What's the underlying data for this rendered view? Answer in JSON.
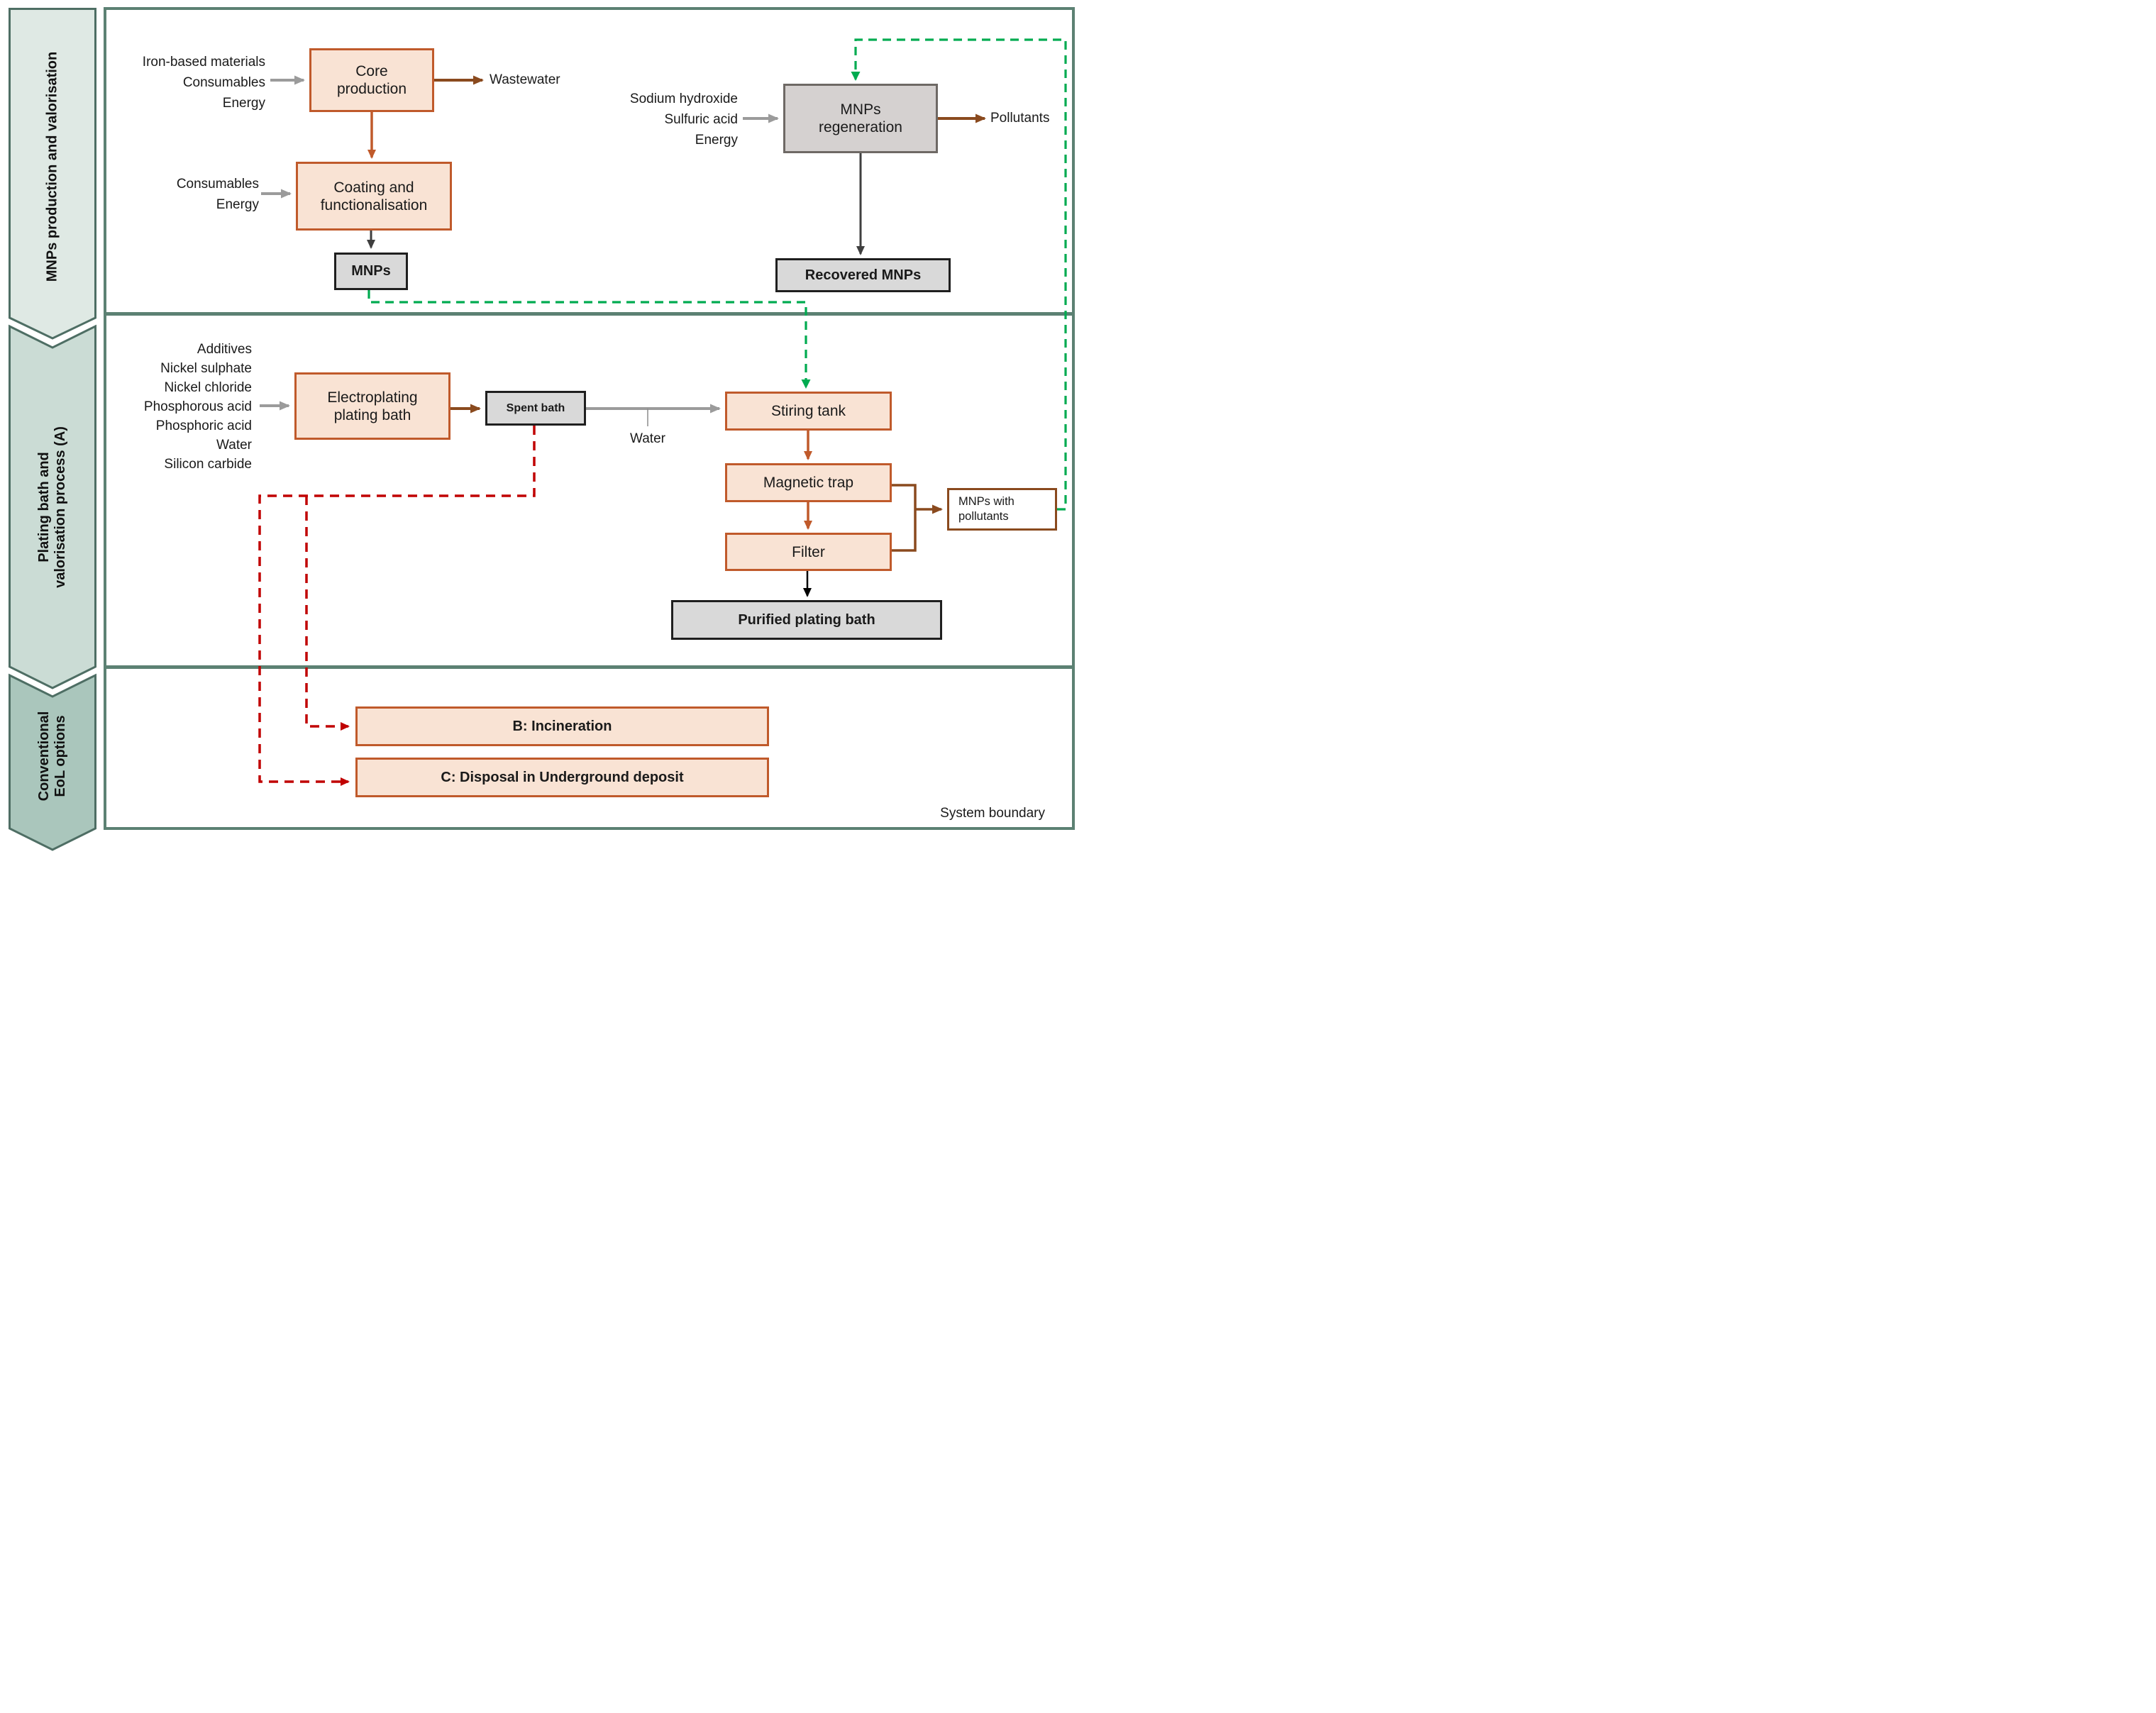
{
  "sidebar": {
    "sections": [
      {
        "lines": [
          "MNPs production and valorisation"
        ]
      },
      {
        "lines": [
          "Plating bath and",
          "valorisation process (A)"
        ]
      },
      {
        "lines": [
          "Conventional",
          "EoL options"
        ]
      }
    ],
    "fills": [
      "#dfe9e4",
      "#cbdcd5",
      "#aac6bc"
    ],
    "border_color": "#4e6e64"
  },
  "frame": {
    "system_boundary_label": "System boundary",
    "border_color": "#5c8173"
  },
  "boxes": {
    "core": {
      "label": "Core\nproduction"
    },
    "coating": {
      "label": "Coating and\nfunctionalisation"
    },
    "mnps": {
      "label": "MNPs"
    },
    "regeneration": {
      "label": "MNPs\nregeneration"
    },
    "recovered": {
      "label": "Recovered MNPs"
    },
    "electroplating": {
      "label": "Electroplating\nplating bath"
    },
    "spent_bath": {
      "label": "Spent bath"
    },
    "stiring_tank": {
      "label": "Stiring tank"
    },
    "magnetic_trap": {
      "label": "Magnetic trap"
    },
    "filter": {
      "label": "Filter"
    },
    "mnps_pollutants": {
      "label": "MNPs with\npollutants"
    },
    "purified": {
      "label": "Purified plating bath"
    },
    "incineration": {
      "label": "B: Incineration"
    },
    "disposal": {
      "label": "C: Disposal in Underground deposit"
    }
  },
  "inputs": {
    "core": [
      "Iron-based materials",
      "Consumables",
      "Energy"
    ],
    "coating": [
      "Consumables",
      "Energy"
    ],
    "regeneration": [
      "Sodium hydroxide",
      "Sulfuric acid",
      "Energy"
    ],
    "electroplating": [
      "Additives",
      "Nickel sulphate",
      "Nickel chloride",
      "Phosphorous acid",
      "Phosphoric acid",
      "Water",
      "Silicon carbide"
    ]
  },
  "flows": {
    "wastewater": "Wastewater",
    "pollutants": "Pollutants",
    "water": "Water"
  },
  "colors": {
    "accent_orange_border": "#c05a2b",
    "peach_fill": "#f9e3d4",
    "grey_fill": "#d9d9d9",
    "regen_fill": "#d5d1d0",
    "teal_frame": "#5c8173",
    "green_recycle_flow": "#00ab50",
    "red_eol_flow": "#c00000",
    "brown_waste_flow": "#8a4a1e",
    "grey_input_flow": "#9b9b9b"
  }
}
